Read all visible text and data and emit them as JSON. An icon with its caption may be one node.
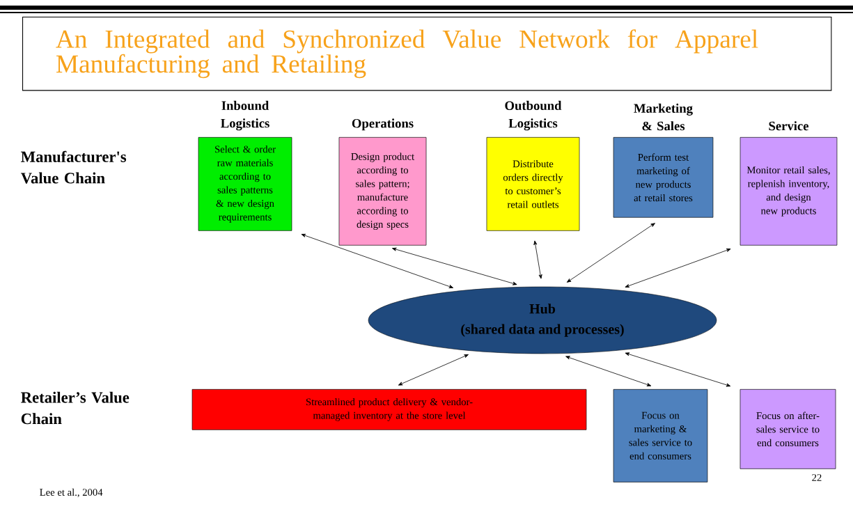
{
  "diagram": {
    "title": "An Integrated and Synchronized Value Network for Apparel Manufacturing and Retailing",
    "nodes": [
      {
        "text": [
          "Inbound Logistics",
          "Select & order raw materials according to sales patterns & new design requirements"
        ]
      },
      {
        "text": [
          "Operations",
          "Design product according to sales pattern; manufacture according to design specs"
        ]
      },
      {
        "text": [
          "Outbound Logistics",
          "Distribute orders directly to customer’s retail outlets"
        ]
      },
      {
        "text": [
          "Marketing & Sales",
          "Perform test marketing of new products at retail stores"
        ]
      },
      {
        "text": [
          "Service",
          "Monitor retail sales, replenish inventory, and design new products"
        ]
      },
      {
        "text": [
          "Hub",
          "(shared data and processes)"
        ]
      },
      {
        "text": [
          "Streamlined product delivery & vendor-managed inventory at the store level"
        ]
      },
      {
        "text": [
          "Focus on marketing & sales service to end consumers"
        ]
      },
      {
        "text": [
          "Focus on after-sales service to end consumers"
        ]
      }
    ],
    "edges": [
      {
        "from": 5,
        "to": 0,
        "arrow": "both"
      },
      {
        "from": 5,
        "to": 1,
        "arrow": "both"
      },
      {
        "from": 5,
        "to": 2,
        "arrow": "both"
      },
      {
        "from": 5,
        "to": 3,
        "arrow": "both"
      },
      {
        "from": 5,
        "to": 4,
        "arrow": "both"
      },
      {
        "from": 5,
        "to": 6,
        "arrow": "both"
      },
      {
        "from": 5,
        "to": 7,
        "arrow": "both"
      },
      {
        "from": 5,
        "to": 8,
        "arrow": "both"
      }
    ],
    "labels": [
      "Manufacturer's Value Chain",
      "Retailer’s Value Chain",
      "Lee et al., 2004",
      "22"
    ]
  }
}
